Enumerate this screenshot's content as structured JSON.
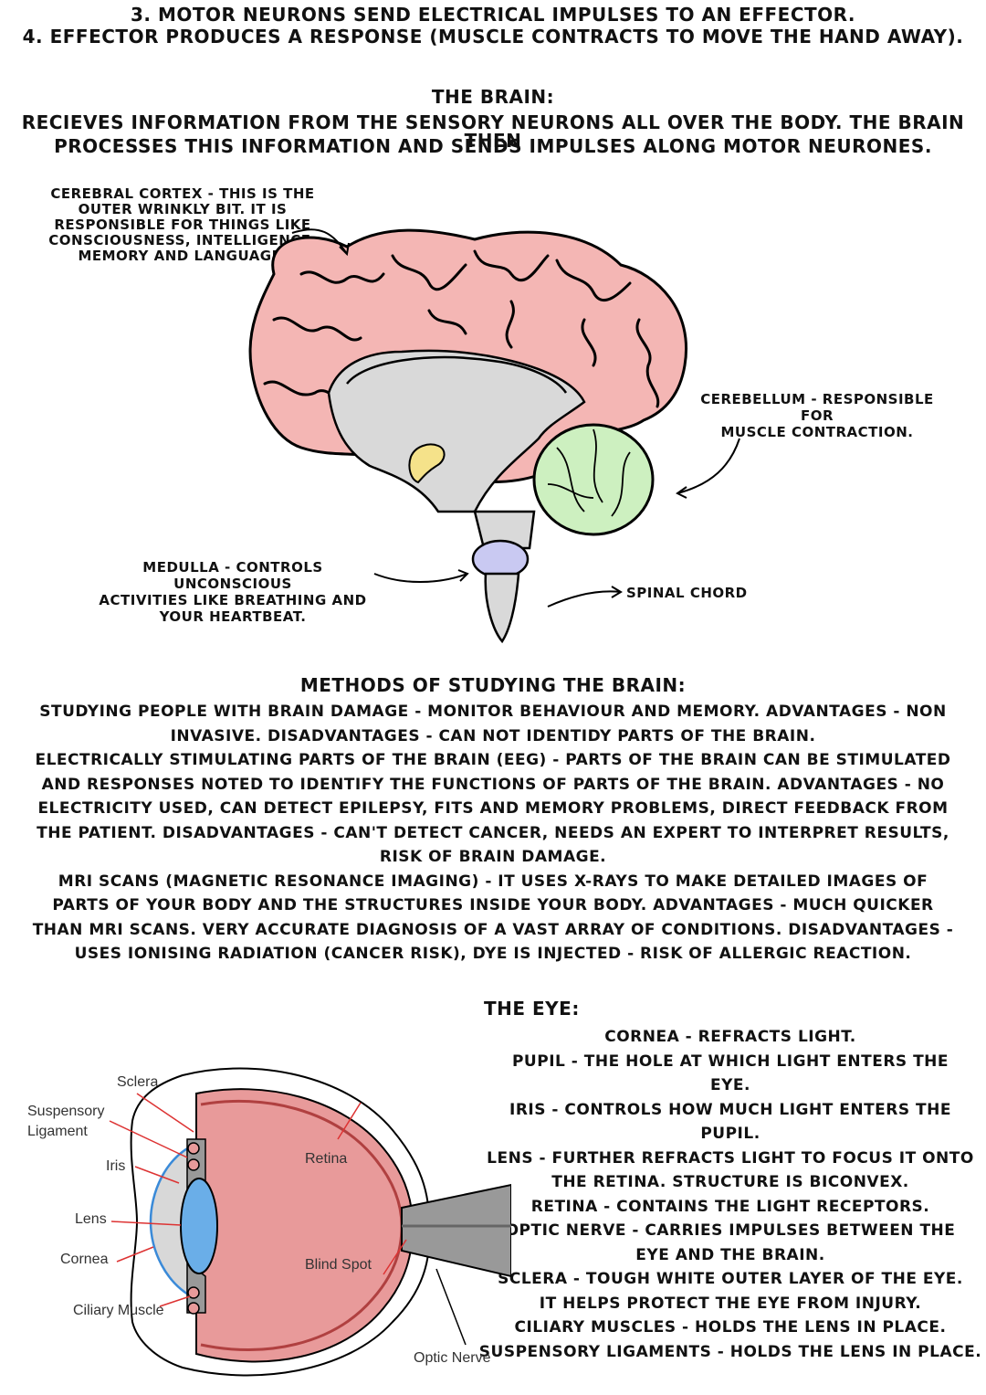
{
  "top_lines": [
    "3. Motor neurons send electrical impulses to an effector.",
    "4. Effector produces a response (muscle contracts to move the hand away)."
  ],
  "brain_section": {
    "title": "The brain:",
    "intro_lines": [
      "Recieves information from the sensory neurons all over the body. The brain then",
      "processes this information and sends impulses along motor neurones."
    ],
    "labels": {
      "cerebral_cortex": [
        "Cerebral cortex - this is the",
        "outer wrinkly bit. It is",
        "responsible for things like",
        "consciousness, intelligence,",
        "memory and language."
      ],
      "cerebellum": [
        "Cerebellum - responsible for",
        "muscle contraction."
      ],
      "medulla": [
        "Medulla - controls unconscious",
        "activities like breathing and",
        "your heartbeat."
      ],
      "spinal_chord": "Spinal chord"
    }
  },
  "methods_section": {
    "title": "Methods of studying the brain:",
    "lines": [
      "Studying people with brain damage - monitor behaviour and memory. Advantages - non",
      "invasive. Disadvantages - can not identidy parts of the brain.",
      "Electrically stimulating parts of the brain (EEG) - parts of the brain can be stimulated",
      "and responses noted to identify the functions of parts of the brain. Advantages - no",
      "electricity used, can detect epilepsy, fits and memory problems, direct feedback from",
      "the patient. Disadvantages - can't detect cancer, needs an expert to interpret results,",
      "risk of brain damage.",
      "MRI scans (magnetic resonance imaging) - it uses X-rays to make detailed images of",
      "parts of your body and the structures inside your body. Advantages - much quicker",
      "than MRI scans. Very accurate diagnosis of a vast array of conditions. Disadvantages -",
      "uses ionising radiation (cancer risk), dye is injected - risk of allergic reaction."
    ]
  },
  "eye_section": {
    "title": "The eye:",
    "diagram_labels": {
      "sclera": "Sclera",
      "suspensory_ligament": [
        "Suspensory",
        "Ligament"
      ],
      "iris": "Iris",
      "lens": "Lens",
      "cornea": "Cornea",
      "ciliary_muscle": "Ciliary Muscle",
      "retina": "Retina",
      "blind_spot": "Blind Spot",
      "optic_nerve": "Optic Nerve"
    },
    "notes": [
      "Cornea - refracts light.",
      "Pupil - the hole at which light enters the",
      "eye.",
      "Iris - controls how much light enters the",
      "pupil.",
      "Lens - further refracts light to focus it onto",
      "the retina. Structure is biconvex.",
      "Retina - contains the light receptors.",
      "Optic nerve - carries impulses between the",
      "eye and the brain.",
      "Sclera - tough white outer layer of the eye.",
      "It helps protect the eye from injury.",
      "Ciliary muscles - holds the lens in place.",
      "Suspensory ligaments - holds the lens in place."
    ]
  },
  "colors": {
    "cortex": "#f4b6b4",
    "cerebellum": "#cdf0c0",
    "medulla": "#c9c9f2",
    "inner_brain": "#d9d9d9",
    "thalamus_yellow": "#f5e28a",
    "eye_body": "#e89a9a",
    "lens_blue": "#6aaee8"
  }
}
